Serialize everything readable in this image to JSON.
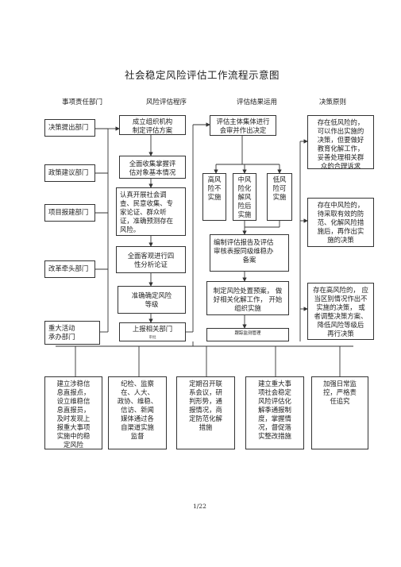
{
  "title": "社会稳定风险评估工作流程示意图",
  "headers": [
    "事项责任部门",
    "风险评估程序",
    "评估结果运用",
    "决策原则"
  ],
  "departments": {
    "decision": "决策提出部门",
    "policy": "政策建议部门",
    "project": "项目报建部门",
    "reform": "改革牵头部门",
    "event": [
      "重大活动",
      "承办部门"
    ]
  },
  "procedure": [
    [
      "成立组织机构",
      "制定评估方案"
    ],
    [
      "全面收集掌握评",
      "估对象基本情况"
    ],
    [
      "认真开展社会调",
      "查、民意收集、专",
      "家论证、群众听",
      "证，准确预测存在",
      "风险。"
    ],
    [
      "全面客观进行四",
      "性分析论证"
    ],
    [
      "准确确定风险",
      "等级"
    ],
    [
      "上报相关部门"
    ]
  ],
  "procedure_note": "审批",
  "results": {
    "decision": [
      "评估主体集体进行",
      "会审并作出决定"
    ],
    "levels": [
      [
        "高风",
        "险不",
        "实施"
      ],
      [
        "中风",
        "险化",
        "解风",
        "险后",
        "实施"
      ],
      [
        "低风",
        "险可",
        "实施"
      ]
    ],
    "report": [
      "编制评估报告及评估",
      "审核表报同级维稳办",
      "备案"
    ],
    "plan": [
      "制定风险处置预案，    做",
      "好相关化解工作，   开始",
      "组织实施"
    ],
    "tracking": "跟踪监测管理"
  },
  "principles": [
    [
      "存在低风险的，",
      "可以作出实施的",
      "决策，但要做好",
      "教育化解工作，",
      "妥善处理相关群",
      "众的合理诉求"
    ],
    [
      "存在中风险的，",
      "待采取有效的防",
      "范、化解风险措",
      "施后，再作出实",
      "施的决策"
    ],
    [
      "存在高风险的，    应",
      "当区别情况作出不",
      "实施的决策，    或",
      "者调整决策方案、",
      "降低风险等级后",
      "再行决策"
    ]
  ],
  "measures": [
    [
      "建立涉稳信",
      "息直报点，",
      "设立维稳信",
      "息直报员，",
      "及时发现上",
      "报重大事项",
      "实施中的稳",
      "定风险"
    ],
    [
      "纪检、监察",
      "在、人大、",
      "政协、维稳、",
      "信访、新闻",
      "媒体通过各",
      "自渠道实施",
      "监督"
    ],
    [
      "定期召开联",
      "系会议，研",
      "判形势，通",
      "报情况，商",
      "定防范化解",
      "措施"
    ],
    [
      "建立重大事",
      "项社会稳定",
      "风险评估化",
      "解季通报制",
      "度，掌握情",
      "况，督促落",
      "实整改措施"
    ],
    [
      "加强日常监",
      "控，严格责",
      "任追究"
    ]
  ],
  "page_number": "1/22"
}
